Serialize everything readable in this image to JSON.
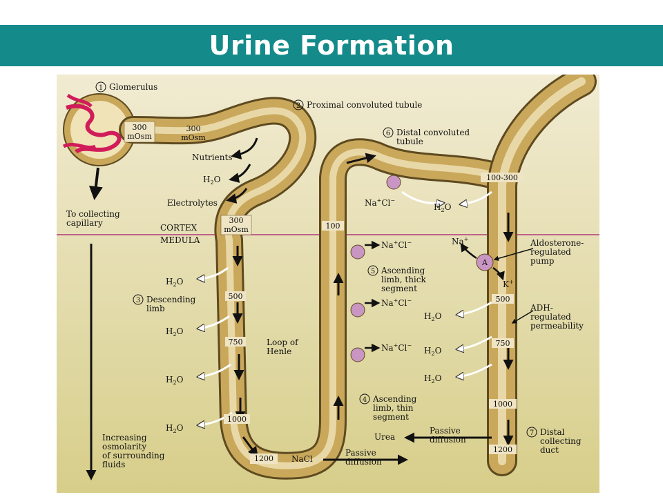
{
  "slide": {
    "title": "Urine Formation"
  },
  "colors": {
    "title_bar": "#148a8a",
    "background_top": "#f1ebd2",
    "background_bottom": "#d7ce8a",
    "tubule": "#c9a85b",
    "tubule_highlight": "#f7ecc8",
    "tubule_shadow": "#5e4a20",
    "pump": "#c995c2",
    "boundary_line": "#b0367a",
    "capillary": "#d01d5a"
  },
  "labels": {
    "glomerulus": {
      "num": "1",
      "text": "Glomerulus"
    },
    "pct": {
      "num": "2",
      "text": "Proximal convoluted tubule"
    },
    "dct": {
      "num": "6",
      "lines": [
        "Distal convoluted",
        "tubule"
      ]
    },
    "descending": {
      "num": "3",
      "lines": [
        "Descending",
        "limb"
      ]
    },
    "asc_thick": {
      "num": "5",
      "lines": [
        "Ascending",
        "limb, thick",
        "segment"
      ]
    },
    "asc_thin": {
      "num": "4",
      "lines": [
        "Ascending",
        "limb, thin",
        "segment"
      ]
    },
    "collecting": {
      "num": "7",
      "lines": [
        "Distal",
        "collecting",
        "duct"
      ]
    },
    "to_capillary": [
      "To collecting",
      "capillary"
    ],
    "cortex": "CORTEX",
    "medula": "MEDULA",
    "loop": [
      "Loop of",
      "Henle"
    ],
    "aldosterone": [
      "Aldosterone-",
      "regulated",
      "pump"
    ],
    "adh": [
      "ADH-",
      "regulated",
      "permeability"
    ],
    "osmolarity": [
      "Increasing",
      "osmolarity",
      "of surrounding",
      "fluids"
    ],
    "passive_urea": [
      "Passive",
      "diffusion"
    ],
    "passive_nacl": [
      "Passive",
      "diffusion"
    ],
    "nutrients": "Nutrients",
    "electrolytes": "Electrolytes",
    "water": "H",
    "water_sub": "2",
    "water_end": "O",
    "nacl_prefix": "Na",
    "nacl_sup": "+",
    "nacl_mid": "Cl",
    "nacl_sup2": "−",
    "na_prefix": "Na",
    "na_sup": "+",
    "k_prefix": "K",
    "k_sup": "+",
    "pump_letter": "A",
    "urea": "Urea",
    "nacl_plain": "NaCl"
  },
  "osmolarity_values": {
    "glom_value": "300",
    "glom_unit": "mOsm",
    "pct_value": "300",
    "pct_unit": "mOsm",
    "boundary_value": "300",
    "boundary_unit": "mOsm",
    "desc_500": "500",
    "desc_750": "750",
    "desc_1000": "1000",
    "loop_1200": "1200",
    "asc_100": "100",
    "dct_range": "100-300",
    "cd_500": "500",
    "cd_750": "750",
    "cd_1000": "1000",
    "cd_1200": "1200"
  }
}
